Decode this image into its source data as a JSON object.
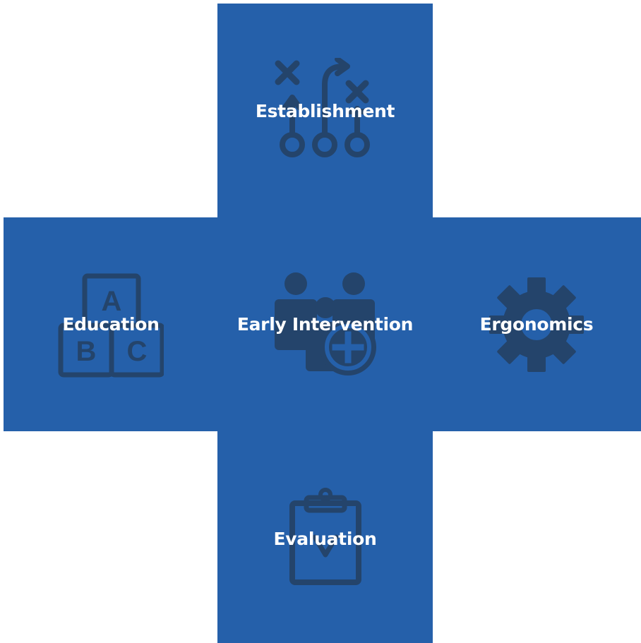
{
  "colors": {
    "tile": "#2560aa",
    "icon": "#24446b",
    "label": "#ffffff",
    "background": "#ffffff"
  },
  "tiles": {
    "top": {
      "label": "Establishment",
      "icon": "playbook-strategy-icon"
    },
    "left": {
      "label": "Education",
      "icon": "abc-blocks-icon"
    },
    "center": {
      "label": "Early Intervention",
      "icon": "people-plus-icon"
    },
    "right": {
      "label": "Ergonomics",
      "icon": "gear-icon"
    },
    "bottom": {
      "label": "Evaluation",
      "icon": "clipboard-check-icon"
    }
  }
}
